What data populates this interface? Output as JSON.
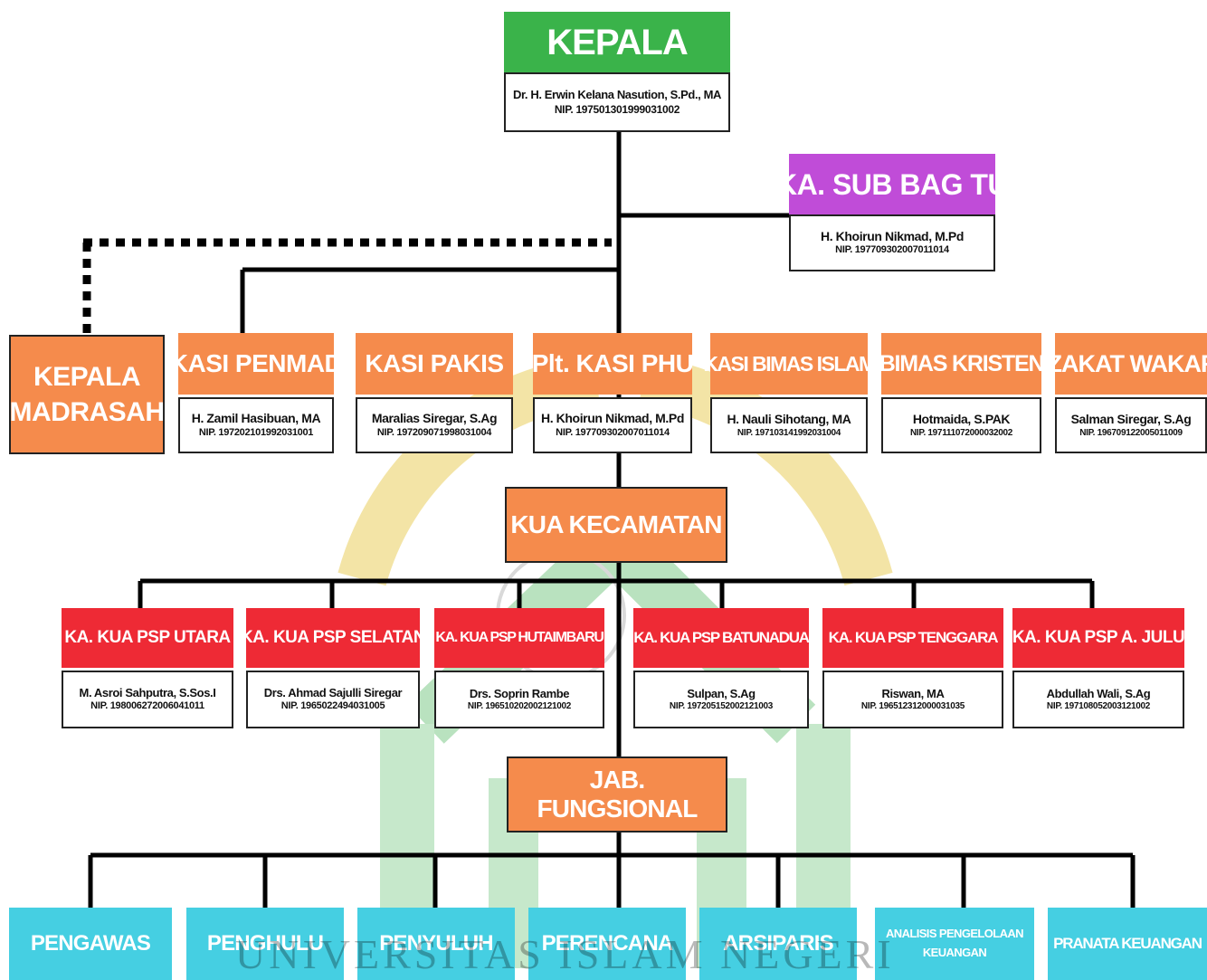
{
  "top": {
    "title": "KEPALA",
    "name": "Dr. H. Erwin Kelana Nasution, S.Pd., MA",
    "nip": "NIP. 197501301999031002"
  },
  "subbag": {
    "title": "KA. SUB BAG TU",
    "name": "H. Khoirun Nikmad, M.Pd",
    "nip": "NIP. 197709302007011014"
  },
  "madrasah": {
    "title_line1": "KEPALA",
    "title_line2": "MADRASAH"
  },
  "kasi": [
    {
      "title": "KASI PENMAD",
      "name": "H. Zamil Hasibuan, MA",
      "nip": "NIP. 197202101992031001"
    },
    {
      "title": "KASI PAKIS",
      "name": "Maralias Siregar, S.Ag",
      "nip": "NIP. 197209071998031004"
    },
    {
      "title": "Plt. KASI PHU",
      "name": "H. Khoirun Nikmad, M.Pd",
      "nip": "NIP. 197709302007011014"
    },
    {
      "title": "KASI BIMAS ISLAM",
      "name": "H. Nauli Sihotang, MA",
      "nip": "NIP. 197103141992031004"
    },
    {
      "title": "BIMAS KRISTEN",
      "name": "Hotmaida, S.PAK",
      "nip": "NIP. 197111072000032002"
    },
    {
      "title": "ZAKAT WAKAF",
      "name": "Salman Siregar, S.Ag",
      "nip": "NIP. 196709122005011009"
    }
  ],
  "kua_title": "KUA KECAMATAN",
  "kua": [
    {
      "title": "KA. KUA PSP UTARA",
      "name": "M. Asroi Sahputra, S.Sos.I",
      "nip": "NIP. 198006272006041011"
    },
    {
      "title": "KA. KUA PSP  SELATAN",
      "name": "Drs. Ahmad Sajulli Siregar",
      "nip": "NIP. 1965022494031005"
    },
    {
      "title": "KA. KUA PSP HUTAIMBARU",
      "name": "Drs. Soprin Rambe",
      "nip": "NIP. 196510202002121002"
    },
    {
      "title": "KA. KUA PSP BATUNADUA",
      "name": "Sulpan, S.Ag",
      "nip": "NIP. 197205152002121003"
    },
    {
      "title": "KA. KUA PSP TENGGARA",
      "name": "Riswan, MA",
      "nip": "NIP. 196512312000031035"
    },
    {
      "title": "KA. KUA PSP  A. JULU",
      "name": "Abdullah Wali, S.Ag",
      "nip": "NIP. 197108052003121002"
    }
  ],
  "fungsional_title": "JAB. FUNGSIONAL",
  "fungsional": [
    {
      "line1": "PENGAWAS",
      "line2": ""
    },
    {
      "line1": "PENGHULU",
      "line2": ""
    },
    {
      "line1": "PENYULUH",
      "line2": ""
    },
    {
      "line1": "PERENCANA",
      "line2": ""
    },
    {
      "line1": "ARSIPARIS",
      "line2": ""
    },
    {
      "line1": "ANALISIS PENGELOLAAN",
      "line2": "KEUANGAN"
    },
    {
      "line1": "PRANATA KEUANGAN",
      "line2": ""
    }
  ],
  "watermark": {
    "text": "UNIVERSITAS ISLAM NEGERI"
  },
  "colors": {
    "kepala": "#3ab34a",
    "subbag": "#c04cd8",
    "kasi": "#f58b4c",
    "kua": "#ee2a35",
    "fungsional": "#45cfe2",
    "lines": "#000000"
  }
}
